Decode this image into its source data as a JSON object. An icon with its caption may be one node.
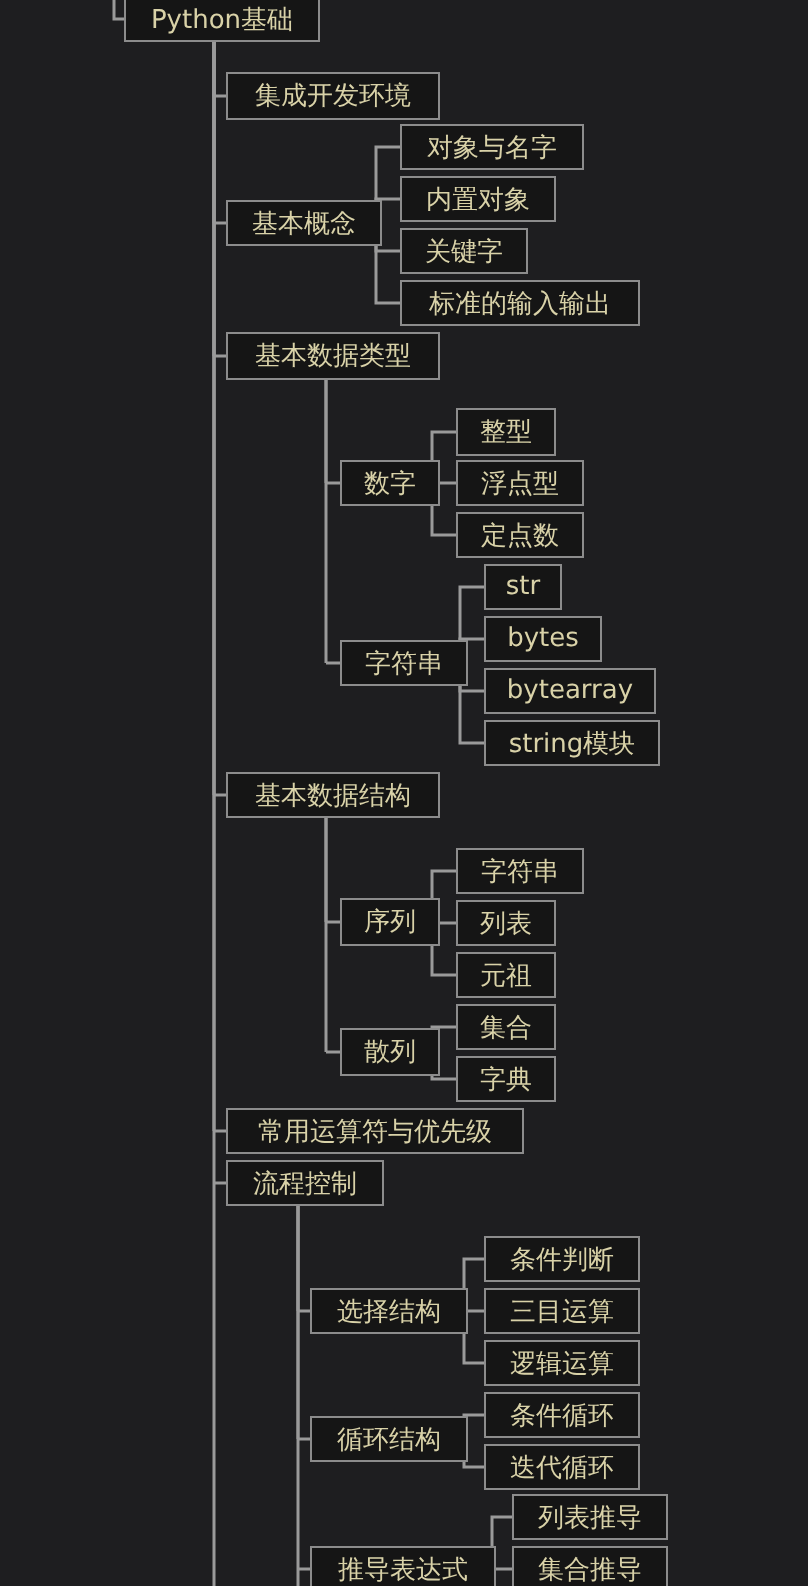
{
  "diagram": {
    "nodes": [
      {
        "text": [
          "Python基础"
        ]
      },
      {
        "text": [
          "集成开发环境"
        ]
      },
      {
        "text": [
          "基本概念"
        ]
      },
      {
        "text": [
          "对象与名字"
        ]
      },
      {
        "text": [
          "内置对象"
        ]
      },
      {
        "text": [
          "关键字"
        ]
      },
      {
        "text": [
          "标准的输入输出"
        ]
      },
      {
        "text": [
          "基本数据类型"
        ]
      },
      {
        "text": [
          "数字"
        ]
      },
      {
        "text": [
          "整型"
        ]
      },
      {
        "text": [
          "浮点型"
        ]
      },
      {
        "text": [
          "定点数"
        ]
      },
      {
        "text": [
          "字符串"
        ]
      },
      {
        "text": [
          "str"
        ]
      },
      {
        "text": [
          "bytes"
        ]
      },
      {
        "text": [
          "bytearray"
        ]
      },
      {
        "text": [
          "string模块"
        ]
      },
      {
        "text": [
          "基本数据结构"
        ]
      },
      {
        "text": [
          "序列"
        ]
      },
      {
        "text": [
          "字符串"
        ]
      },
      {
        "text": [
          "列表"
        ]
      },
      {
        "text": [
          "元祖"
        ]
      },
      {
        "text": [
          "散列"
        ]
      },
      {
        "text": [
          "集合"
        ]
      },
      {
        "text": [
          "字典"
        ]
      },
      {
        "text": [
          "常用运算符与优先级"
        ]
      },
      {
        "text": [
          "流程控制"
        ]
      },
      {
        "text": [
          "选择结构"
        ]
      },
      {
        "text": [
          "条件判断"
        ]
      },
      {
        "text": [
          "三目运算"
        ]
      },
      {
        "text": [
          "逻辑运算"
        ]
      },
      {
        "text": [
          "循环结构"
        ]
      },
      {
        "text": [
          "条件循环"
        ]
      },
      {
        "text": [
          "迭代循环"
        ]
      },
      {
        "text": [
          "推导表达式"
        ]
      },
      {
        "text": [
          "列表推导"
        ]
      },
      {
        "text": [
          "集合推导"
        ]
      }
    ],
    "edges": [
      {
        "from": null,
        "to": 0,
        "arrow": "none"
      },
      {
        "from": 0,
        "to": 1,
        "arrow": "none"
      },
      {
        "from": 0,
        "to": 2,
        "arrow": "none"
      },
      {
        "from": 2,
        "to": 3,
        "arrow": "none"
      },
      {
        "from": 2,
        "to": 4,
        "arrow": "none"
      },
      {
        "from": 2,
        "to": 5,
        "arrow": "none"
      },
      {
        "from": 2,
        "to": 6,
        "arrow": "none"
      },
      {
        "from": 0,
        "to": 7,
        "arrow": "none"
      },
      {
        "from": 7,
        "to": 8,
        "arrow": "none"
      },
      {
        "from": 8,
        "to": 9,
        "arrow": "none"
      },
      {
        "from": 8,
        "to": 10,
        "arrow": "none"
      },
      {
        "from": 8,
        "to": 11,
        "arrow": "none"
      },
      {
        "from": 7,
        "to": 12,
        "arrow": "none"
      },
      {
        "from": 12,
        "to": 13,
        "arrow": "none"
      },
      {
        "from": 12,
        "to": 14,
        "arrow": "none"
      },
      {
        "from": 12,
        "to": 15,
        "arrow": "none"
      },
      {
        "from": 12,
        "to": 16,
        "arrow": "none"
      },
      {
        "from": 0,
        "to": 17,
        "arrow": "none"
      },
      {
        "from": 17,
        "to": 18,
        "arrow": "none"
      },
      {
        "from": 18,
        "to": 19,
        "arrow": "none"
      },
      {
        "from": 18,
        "to": 20,
        "arrow": "none"
      },
      {
        "from": 18,
        "to": 21,
        "arrow": "none"
      },
      {
        "from": 17,
        "to": 22,
        "arrow": "none"
      },
      {
        "from": 22,
        "to": 23,
        "arrow": "none"
      },
      {
        "from": 22,
        "to": 24,
        "arrow": "none"
      },
      {
        "from": 0,
        "to": 25,
        "arrow": "none"
      },
      {
        "from": 0,
        "to": 26,
        "arrow": "none"
      },
      {
        "from": 26,
        "to": 27,
        "arrow": "none"
      },
      {
        "from": 27,
        "to": 28,
        "arrow": "none"
      },
      {
        "from": 27,
        "to": 29,
        "arrow": "none"
      },
      {
        "from": 27,
        "to": 30,
        "arrow": "none"
      },
      {
        "from": 26,
        "to": 31,
        "arrow": "none"
      },
      {
        "from": 31,
        "to": 32,
        "arrow": "none"
      },
      {
        "from": 31,
        "to": 33,
        "arrow": "none"
      },
      {
        "from": 26,
        "to": 34,
        "arrow": "none"
      },
      {
        "from": 34,
        "to": 35,
        "arrow": "none"
      },
      {
        "from": 34,
        "to": 36,
        "arrow": "none"
      }
    ]
  }
}
